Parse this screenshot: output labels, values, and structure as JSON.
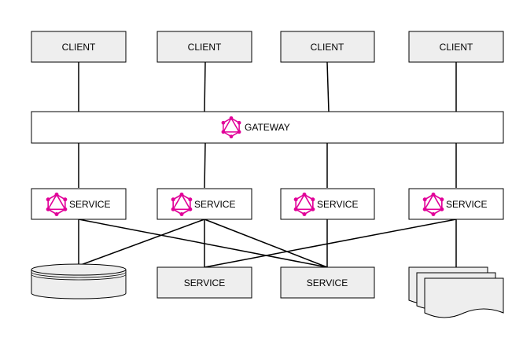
{
  "diagram": {
    "colors": {
      "stroke": "#000000",
      "box_fill": "#ffffff",
      "gray_fill": "#eeeeee",
      "graphql_accent": "#e10098"
    },
    "clients": [
      {
        "id": "client-1",
        "label": "CLIENT"
      },
      {
        "id": "client-2",
        "label": "CLIENT"
      },
      {
        "id": "client-3",
        "label": "CLIENT"
      },
      {
        "id": "client-4",
        "label": "CLIENT"
      }
    ],
    "gateway": {
      "label": "GATEWAY",
      "icon": "graphql-icon"
    },
    "services": [
      {
        "id": "service-1",
        "label": "SERVICE",
        "icon": "graphql-icon"
      },
      {
        "id": "service-2",
        "label": "SERVICE",
        "icon": "graphql-icon"
      },
      {
        "id": "service-3",
        "label": "SERVICE",
        "icon": "graphql-icon"
      },
      {
        "id": "service-4",
        "label": "SERVICE",
        "icon": "graphql-icon"
      }
    ],
    "backends": [
      {
        "id": "database",
        "kind": "database-cylinder",
        "label": ""
      },
      {
        "id": "backend-service-1",
        "kind": "box",
        "label": "SERVICE"
      },
      {
        "id": "backend-service-2",
        "kind": "box",
        "label": "SERVICE"
      },
      {
        "id": "documents",
        "kind": "multi-document",
        "label": ""
      }
    ],
    "connections": [
      [
        "client-1",
        "gateway"
      ],
      [
        "client-2",
        "gateway"
      ],
      [
        "client-3",
        "gateway"
      ],
      [
        "client-4",
        "gateway"
      ],
      [
        "gateway",
        "service-1"
      ],
      [
        "gateway",
        "service-2"
      ],
      [
        "gateway",
        "service-3"
      ],
      [
        "gateway",
        "service-4"
      ],
      [
        "service-1",
        "database"
      ],
      [
        "service-1",
        "backend-service-2"
      ],
      [
        "service-2",
        "database"
      ],
      [
        "service-2",
        "backend-service-1"
      ],
      [
        "service-2",
        "backend-service-2"
      ],
      [
        "service-3",
        "backend-service-2"
      ],
      [
        "service-4",
        "backend-service-1"
      ],
      [
        "service-4",
        "documents"
      ]
    ]
  }
}
